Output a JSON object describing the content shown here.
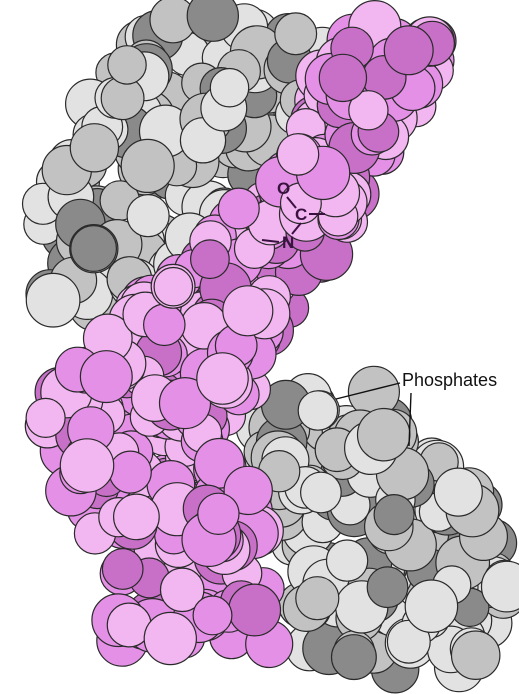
{
  "annotations": {
    "phosphates_label": "Phosphates"
  },
  "chemical_group": {
    "atom_o": "O",
    "atom_c": "C",
    "atom_n": "N"
  },
  "colors": {
    "background": "#ffffff",
    "pink_strand_light": "#f2b6f0",
    "pink_strand_mid": "#e490e6",
    "pink_strand_dark": "#c870c8",
    "gray_strand_light": "#e2e2e2",
    "gray_strand_mid": "#c2c2c2",
    "gray_strand_dark": "#8a8a8a",
    "atom_outline": "#2a2a2a"
  }
}
